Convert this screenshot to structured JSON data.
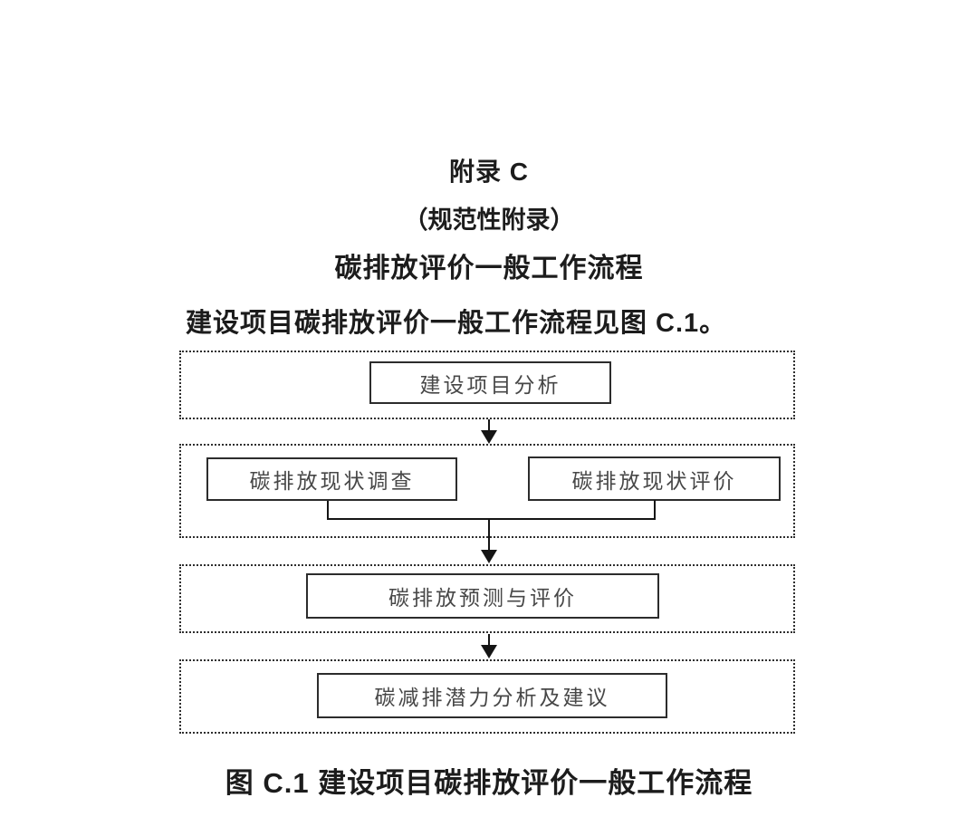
{
  "header": {
    "appendix_label": "附录 C",
    "appendix_kind": "（规范性附录）",
    "appendix_title": "碳排放评价一般工作流程",
    "intro": "建设项目碳排放评价一般工作流程见图 C.1。"
  },
  "flowchart": {
    "stage1": {
      "label": "建设项目分析"
    },
    "stage2a": {
      "label": "碳排放现状调查"
    },
    "stage2b": {
      "label": "碳排放现状评价"
    },
    "stage3": {
      "label": "碳排放预测与评价"
    },
    "stage4": {
      "label": "碳减排潜力分析及建议"
    }
  },
  "caption": "图 C.1  建设项目碳排放评价一般工作流程",
  "colors": {
    "background": "#ffffff",
    "heading_text": "#1c1c1c",
    "node_text": "#474747",
    "node_border": "#2c2c2c",
    "group_border": "#2e2e2e",
    "connector": "#151515"
  }
}
